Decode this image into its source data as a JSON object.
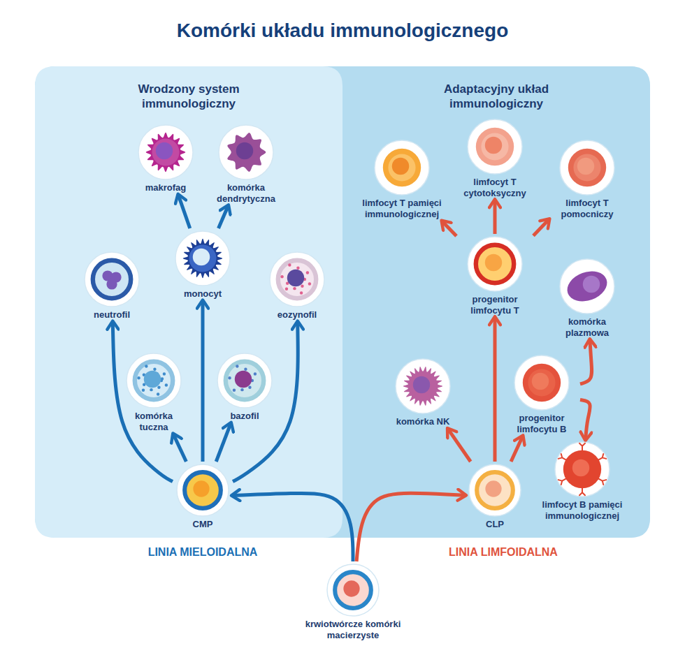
{
  "diagram": {
    "title": "Komórki układu immunologicznego",
    "nodes": [
      {
        "text": [
          "Wrodzony system immunologiczny"
        ]
      },
      {
        "text": [
          "Adaptacyjny układ immunologiczny"
        ]
      },
      {
        "text": [
          "makrofag"
        ],
        "in": 0
      },
      {
        "text": [
          "komórka dendrytyczna"
        ],
        "in": 0
      },
      {
        "text": [
          "monocyt"
        ],
        "in": 0
      },
      {
        "text": [
          "neutrofil"
        ],
        "in": 0
      },
      {
        "text": [
          "eozynofil"
        ],
        "in": 0
      },
      {
        "text": [
          "komórka tuczna"
        ],
        "in": 0
      },
      {
        "text": [
          "bazofil"
        ],
        "in": 0
      },
      {
        "text": [
          "CMP"
        ],
        "in": 0
      },
      {
        "text": [
          "limfocyt T pamięci immunologicznej"
        ],
        "in": 1
      },
      {
        "text": [
          "limfocyt T cytotoksyczny"
        ],
        "in": 1
      },
      {
        "text": [
          "limfocyt T pomocniczy"
        ],
        "in": 1
      },
      {
        "text": [
          "progenitor limfocytu T"
        ],
        "in": 1
      },
      {
        "text": [
          "komórka plazmowa"
        ],
        "in": 1
      },
      {
        "text": [
          "komórka NK"
        ],
        "in": 1
      },
      {
        "text": [
          "progenitor limfocytu B"
        ],
        "in": 1
      },
      {
        "text": [
          "CLP"
        ],
        "in": 1
      },
      {
        "text": [
          "limfocyt B pamięci immunologicznej"
        ],
        "in": 1
      },
      {
        "text": [
          "krwiotwórcze komórki macierzyste"
        ]
      }
    ],
    "edges": [
      {
        "from": 19,
        "to": 9,
        "arrow": "to"
      },
      {
        "from": 19,
        "to": 17,
        "arrow": "to"
      },
      {
        "from": 9,
        "to": 5,
        "arrow": "to"
      },
      {
        "from": 9,
        "to": 7,
        "arrow": "to"
      },
      {
        "from": 9,
        "to": 4,
        "arrow": "to"
      },
      {
        "from": 9,
        "to": 8,
        "arrow": "to"
      },
      {
        "from": 9,
        "to": 6,
        "arrow": "to"
      },
      {
        "from": 4,
        "to": 2,
        "arrow": "to"
      },
      {
        "from": 4,
        "to": 3,
        "arrow": "to"
      },
      {
        "from": 17,
        "to": 15,
        "arrow": "to"
      },
      {
        "from": 17,
        "to": 13,
        "arrow": "to"
      },
      {
        "from": 17,
        "to": 16,
        "arrow": "to"
      },
      {
        "from": 13,
        "to": 10,
        "arrow": "to"
      },
      {
        "from": 13,
        "to": 11,
        "arrow": "to"
      },
      {
        "from": 13,
        "to": 12,
        "arrow": "to"
      },
      {
        "from": 16,
        "to": 14,
        "arrow": "to"
      },
      {
        "from": 16,
        "to": 18,
        "arrow": "to"
      }
    ],
    "labels": [
      "LINIA MIELOIDALNA",
      "LINIA LIMFOIDALNA"
    ]
  }
}
